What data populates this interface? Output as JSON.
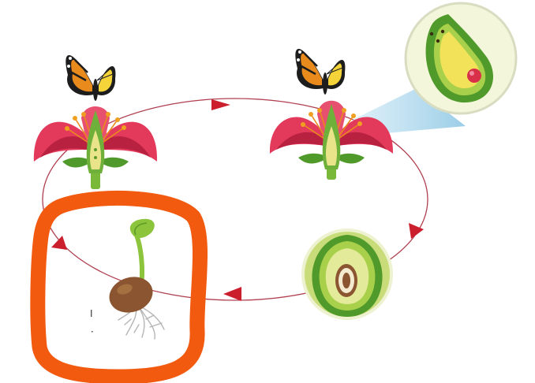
{
  "diagram": {
    "type": "flowering-plant-life-cycle",
    "stages": [
      {
        "id": "flower-with-butterfly",
        "icon": "butterfly-on-flower-icon"
      },
      {
        "id": "pollinated-flower",
        "icon": "butterfly-on-flower-icon"
      },
      {
        "id": "ovary-zoom",
        "icon": "ovary-cross-section-icon"
      },
      {
        "id": "fruit-seed",
        "icon": "fruit-cross-section-icon"
      },
      {
        "id": "germinating-seed",
        "icon": "germinating-seed-icon"
      }
    ],
    "cycle_arrow_count": 4,
    "highlight": {
      "target": "germinating-seed",
      "style": "hand-drawn-circle"
    }
  },
  "colors": {
    "cycle_line": "#b04050",
    "arrow_head": "#cc1f2e",
    "petal": "#e33a5c",
    "petal_dark": "#b8213f",
    "sepal": "#4f9a2a",
    "stem": "#7ab83a",
    "butterfly_orange": "#e98a1c",
    "butterfly_black": "#1d1d1d",
    "butterfly_yellow": "#f5d43a",
    "zoom_beam": "#9fd0ea",
    "ovule": "#d9304a",
    "seed": "#8a5530",
    "fruit_flesh": "#d8e48a",
    "highlight": "#f25a10"
  }
}
